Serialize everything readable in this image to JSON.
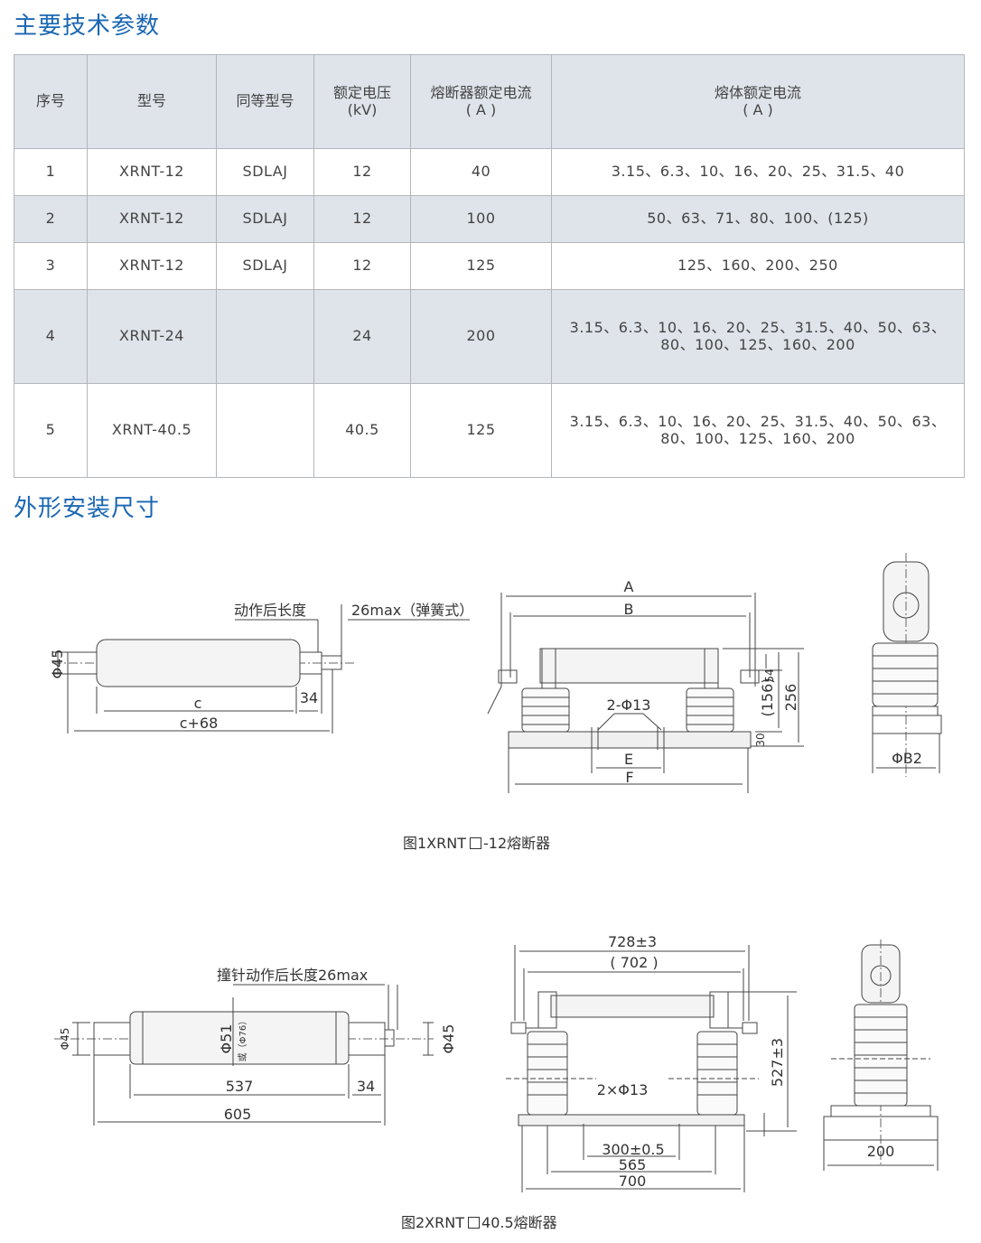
{
  "section1": {
    "title": "主要技术参数"
  },
  "table": {
    "headers": {
      "no": "序号",
      "model": "型号",
      "equiv": "同等型号",
      "voltage_l1": "额定电压",
      "voltage_l2": "(kV)",
      "fuse_current_l1": "熔断器额定电流",
      "fuse_current_l2": "( A )",
      "element_current_l1": "熔体额定电流",
      "element_current_l2": "( A )"
    },
    "rows": [
      {
        "no": "1",
        "model": "XRNT-12",
        "equiv": "SDLAJ",
        "voltage": "12",
        "fuse_current": "40",
        "element_l1": "3.15、6.3、10、16、20、25、31.5、40",
        "element_l2": ""
      },
      {
        "no": "2",
        "model": "XRNT-12",
        "equiv": "SDLAJ",
        "voltage": "12",
        "fuse_current": "100",
        "element_l1": "50、63、71、80、100、(125)",
        "element_l2": ""
      },
      {
        "no": "3",
        "model": "XRNT-12",
        "equiv": "SDLAJ",
        "voltage": "12",
        "fuse_current": "125",
        "element_l1": "125、160、200、250",
        "element_l2": ""
      },
      {
        "no": "4",
        "model": "XRNT-24",
        "equiv": "",
        "voltage": "24",
        "fuse_current": "200",
        "element_l1": "3.15、6.3、10、16、20、25、31.5、40、50、63、",
        "element_l2": "80、100、125、160、200"
      },
      {
        "no": "5",
        "model": "XRNT-40.5",
        "equiv": "",
        "voltage": "40.5",
        "fuse_current": "125",
        "element_l1": "3.15、6.3、10、16、20、25、31.5、40、50、63、",
        "element_l2": "80、100、125、160、200"
      }
    ]
  },
  "section2": {
    "title": "外形安装尺寸"
  },
  "figure1": {
    "caption_prefix": "图1XRNT",
    "caption_suffix": "-12熔断器",
    "labels": {
      "phi45": "Φ45",
      "after_action": "动作后长度",
      "spring": "26max（弹簧式）",
      "c": "c",
      "c68": "c+68",
      "d34": "34",
      "A": "A",
      "B": "B",
      "holes": "2-Φ13",
      "E": "E",
      "F": "F",
      "d54": "54",
      "d156": "(156)",
      "d256": "256",
      "d30": "30",
      "phiB2": "ΦB2"
    }
  },
  "figure2": {
    "caption_prefix": "图2XRNT",
    "caption_suffix": "40.5熔断器",
    "labels": {
      "phi45_left": "Φ45",
      "striker": "撞针动作后长度26max",
      "phi51": "Φ51",
      "or76": "或（Φ76）",
      "phi45_right": "Φ45",
      "d537": "537",
      "d34": "34",
      "d605": "605",
      "d728": "728±3",
      "d702": "( 702 )",
      "holes": "2×Φ13",
      "d527": "527±3",
      "d300": "300±0.5",
      "d565": "565",
      "d700": "700",
      "d200": "200"
    }
  }
}
